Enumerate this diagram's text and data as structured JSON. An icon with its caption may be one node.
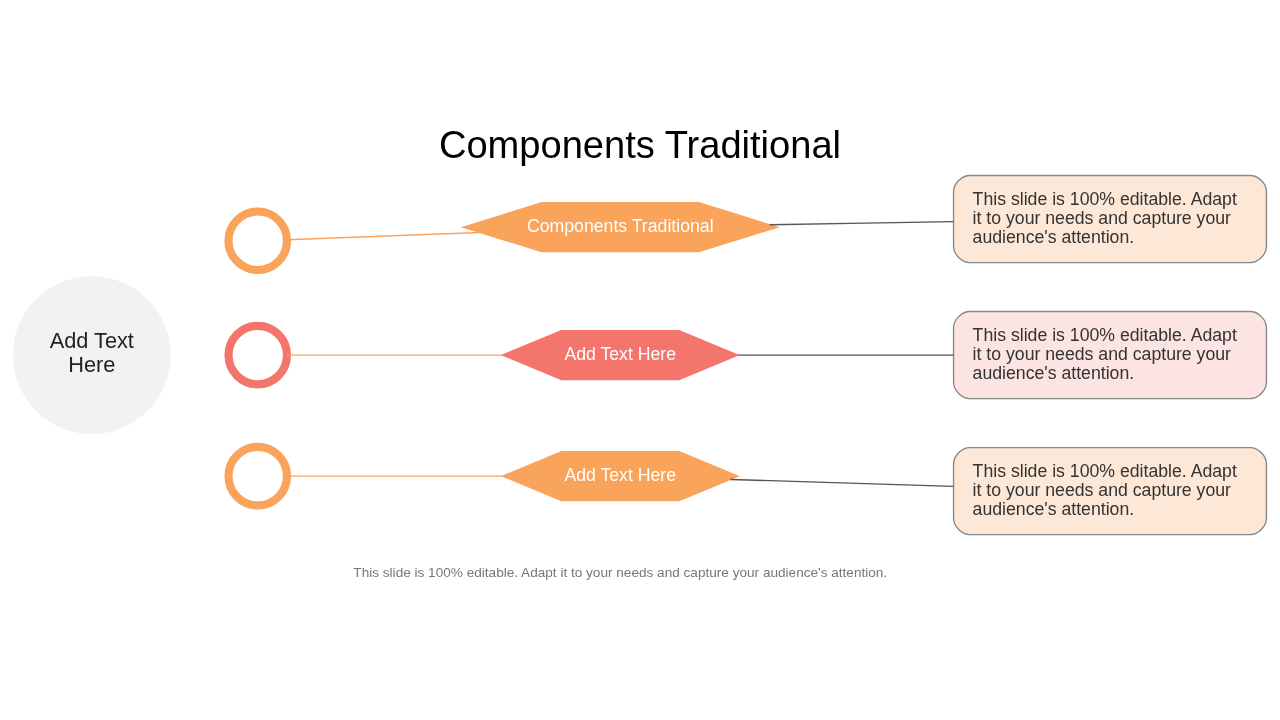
{
  "diagram": {
    "title": "Components Traditional",
    "caption": "This slide is 100% editable. Adapt it to your needs and capture your audience's attention.",
    "nodes": [
      {
        "text": [
          "Add Text Here"
        ]
      },
      {
        "text": [],
        "shape": "circle"
      },
      {
        "text": [],
        "shape": "circle"
      },
      {
        "text": [],
        "shape": "circle"
      },
      {
        "text": [
          "Components Traditional"
        ]
      },
      {
        "text": [
          "Add Text Here"
        ]
      },
      {
        "text": [
          "Add Text Here"
        ]
      },
      {
        "text": [
          "This slide is 100% editable. Adapt it to your needs and capture your audience's attention."
        ]
      },
      {
        "text": [
          "This slide is 100% editable. Adapt it to your needs and capture your audience's attention."
        ]
      },
      {
        "text": [
          "This slide is 100% editable. Adapt it to your needs and capture your audience's attention."
        ]
      }
    ],
    "edges": [
      {
        "from": 1,
        "to": 4,
        "arrow": "none"
      },
      {
        "from": 4,
        "to": 7,
        "arrow": "none",
        "color": "#555555"
      },
      {
        "from": 2,
        "to": 5,
        "arrow": "none"
      },
      {
        "from": 5,
        "to": 8,
        "arrow": "none",
        "color": "#555555"
      },
      {
        "from": 3,
        "to": 6,
        "arrow": "none"
      },
      {
        "from": 6,
        "to": 9,
        "arrow": "none",
        "color": "#555555"
      }
    ]
  }
}
